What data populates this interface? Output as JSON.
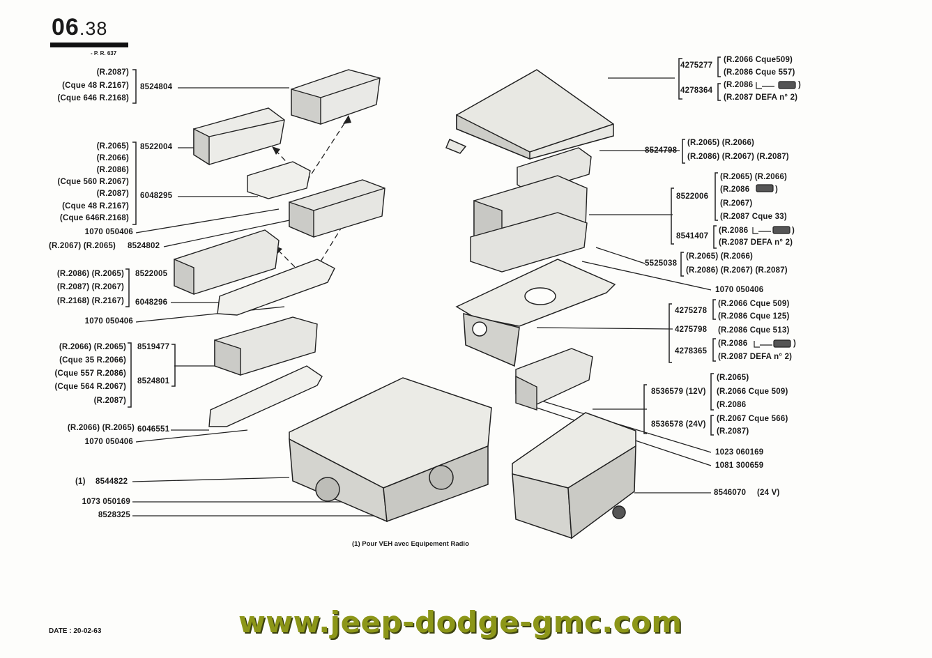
{
  "header": {
    "page_number": "06",
    "page_suffix": ".38",
    "ref": "- P. R. 637"
  },
  "left_labels": {
    "a1": "(R.2087)",
    "a2": "(Cque 48 R.2167)",
    "a3": "(Cque 646 R.2168)",
    "a_part": "8524804",
    "b1": "(R.2065)",
    "b2": "(R.2066)",
    "b3": "(R.2086)",
    "b4": "(Cque 560 R.2067)",
    "b5": "(R.2087)",
    "b6": "(Cque 48 R.2167)",
    "b7": "(Cque 646R.2168)",
    "b_part1": "8522004",
    "b_part2": "6048295",
    "c_part": "1070 050406",
    "d1": "(R.2067) (R.2065)",
    "d_part": "8524802",
    "e1": "(R.2086) (R.2065)",
    "e2": "(R.2087) (R.2067)",
    "e3": "(R.2168) (R.2167)",
    "e_part1": "8522005",
    "e_part2": "6048296",
    "f_part": "1070 050406",
    "g1": "(R.2066)  (R.2065)",
    "g2": "(Cque 35 R.2066)",
    "g3": "(Cque 557 R.2086)",
    "g4": "(Cque 564 R.2067)",
    "g5": "(R.2087)",
    "g_part1": "8519477",
    "g_part2": "8524801",
    "h1": "(R.2066)  (R.2065)",
    "h_part": "6046551",
    "i_part": "1070 050406",
    "j1": "(1)",
    "j_part": "8544822",
    "k_part": "1073 050169",
    "l_part": "8528325"
  },
  "right_labels": {
    "p1": "4275277",
    "p1a": "(R.2066 Cque509)",
    "p1b": "(R.2086 Cque 557)",
    "p2": "4278364",
    "p2a": "(R.2086",
    "p2b": "(R.2087 DEFA n° 2)",
    "q_part": "8524798",
    "q1": "(R.2065) (R.2066)",
    "q2": "(R.2086) (R.2067) (R.2087)",
    "r_part1": "8522006",
    "r1": "(R.2065) (R.2066)",
    "r2": "(R.2086",
    "r3": "(R.2067)",
    "r4": "(R.2087 Cque 33)",
    "r_part2": "8541407",
    "r5": "(R.2086",
    "r6": "(R.2087 DEFA n° 2)",
    "s_part": "5525038",
    "s1": "(R.2065) (R.2066)",
    "s2": "(R.2086) (R.2067) (R.2087)",
    "t_part": "1070 050406",
    "u1": "4275278",
    "u1a": "(R.2066 Cque 509)",
    "u1b": "(R.2086 Cque 125)",
    "u2": "4275798",
    "u2a": "(R.2086 Cque 513)",
    "u3": "4278365",
    "u3a": "(R.2086",
    "u3b": "(R.2087 DEFA n° 2)",
    "v1": "8536579 (12V)",
    "v1a": "(R.2065)",
    "v1b": "(R.2066 Cque 509)",
    "v1c": "(R.2086",
    "v2": "8536578 (24V)",
    "v2a": "(R.2067 Cque 566)",
    "v2b": "(R.2087)",
    "w_part": "1023 060169",
    "x_part": "1081 300659",
    "y_part": "8546070",
    "y_volt": "(24 V)"
  },
  "caption": "(1) Pour VEH avec Equipement Radio",
  "date": "DATE : 20-02-63",
  "watermark": "www.jeep-dodge-gmc.com",
  "colors": {
    "ink": "#1a1a1a",
    "watermark": "#8c9618",
    "paper": "#fdfdfb"
  }
}
